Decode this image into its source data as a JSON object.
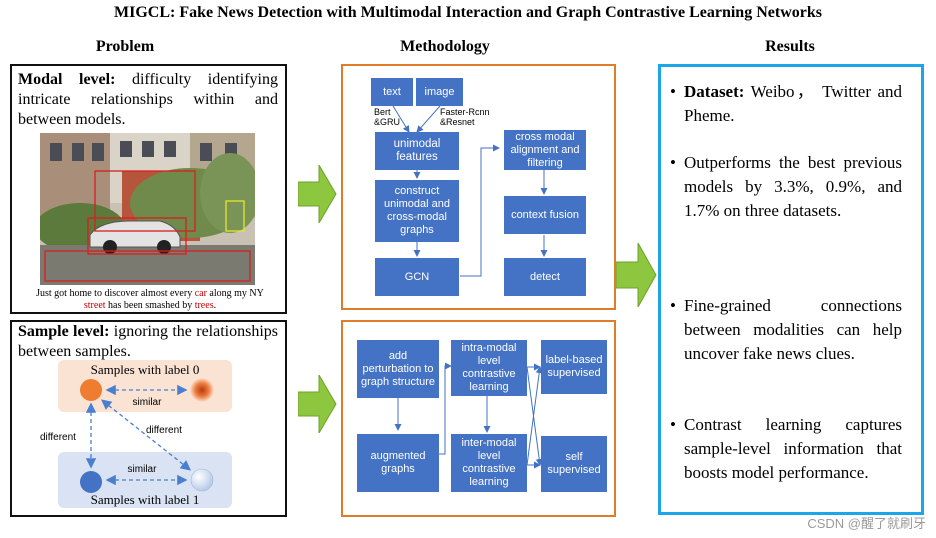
{
  "title": "MIGCL: Fake News Detection with Multimodal Interaction and Graph Contrastive Learning Networks",
  "headers": {
    "problem": "Problem",
    "methodology": "Methodology",
    "results": "Results"
  },
  "problem": {
    "modal_label": "Modal level:",
    "modal_text": " difficulty identifying intricate relationships within and between models.",
    "caption_parts": [
      "Just got home to discover almost every ",
      "car",
      " along my NY ",
      "street",
      " has been smashed by ",
      "trees",
      "."
    ],
    "sample_label": "Sample level:",
    "sample_text": " ignoring the relationships between samples.",
    "label0": "Samples with label 0",
    "label1": "Samples with label 1",
    "similar_top": "similar",
    "similar_bottom": "similar",
    "different_left": "different",
    "different_right": "different"
  },
  "method_top": {
    "text": "text",
    "image": "image",
    "bert": "Bert\n&GRU",
    "faster": "Faster-Rcnn\n&Resnet",
    "unimodal": "unimodal features",
    "construct": "construct unimodal and cross-modal graphs",
    "gcn": "GCN",
    "cross": "cross modal alignment and filtering",
    "context": "context fusion",
    "detect": "detect"
  },
  "method_bottom": {
    "perturb": "add perturbation to graph structure",
    "augmented": "augmented graphs",
    "intra": "intra-modal level contrastive learning",
    "inter": "inter-modal level contrastive learning",
    "labelsup": "label-based supervised",
    "selfsup": "self supervised"
  },
  "results": {
    "r1_bold": "Dataset:",
    "r1_text": " Weibo， Twitter and Pheme.",
    "r2": "Outperforms the best previous models by 3.3%, 0.9%, and 1.7% on three datasets.",
    "r3": "Fine-grained connections between modalities can help uncover fake news clues.",
    "r4": "Contrast learning captures sample-level information that boosts model performance."
  },
  "watermark": "CSDN @醒了就刷牙",
  "colors": {
    "box_blue": "#4472c4",
    "orange": "#e07b2a",
    "results_border": "#1aa6e8",
    "arrow_green": "#8dc63f"
  }
}
